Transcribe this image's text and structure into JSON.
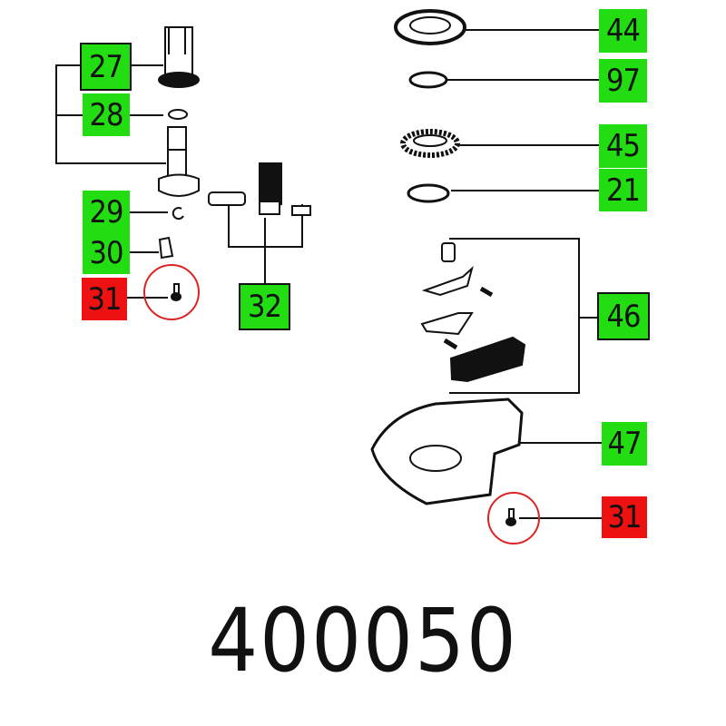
{
  "part_labels": [
    {
      "id": "27",
      "status": "available"
    },
    {
      "id": "28",
      "status": "available"
    },
    {
      "id": "29",
      "status": "available"
    },
    {
      "id": "30",
      "status": "available"
    },
    {
      "id": "31",
      "status": "unavailable"
    },
    {
      "id": "32",
      "status": "available"
    },
    {
      "id": "44",
      "status": "available"
    },
    {
      "id": "97",
      "status": "available"
    },
    {
      "id": "45",
      "status": "available"
    },
    {
      "id": "21",
      "status": "available"
    },
    {
      "id": "46",
      "status": "available"
    },
    {
      "id": "47",
      "status": "available"
    },
    {
      "id": "31",
      "status": "unavailable"
    }
  ],
  "drawing_number": "400050",
  "colors": {
    "available": "#22dd11",
    "unavailable": "#ee1111",
    "highlight_circle": "#dd2222"
  }
}
